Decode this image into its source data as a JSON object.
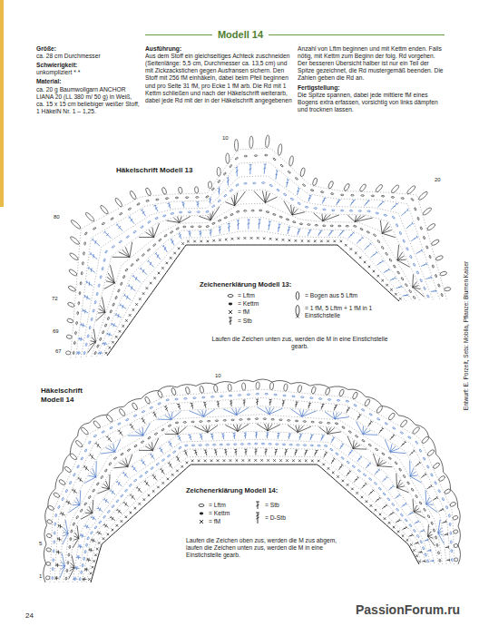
{
  "diagram": {
    "title": "Modell 14",
    "labels": [
      "Größe:",
      "ca. 28 cm Durchmesser",
      "Schwierigkeit:",
      "unkompliziert * *",
      "Material:",
      "ca. 20 g Baumwollgarn ANCHOR LIANA 20 (LL 380 m/ 50 g) in Weiß, ca. 15 x 15 cm beliebiger weißer Stoff, 1 HäkelN Nr. 1 – 1,25.",
      "Ausführung:",
      "Aus dem Stoff ein gleichseitiges Achteck zuschneiden (Seitenlänge: 5,5 cm, Durchmesser ca. 13,5 cm) und mit Zickzackstichen gegen Ausfransen sichern. Den Stoff mit 256 fM einhäkeln, dabei beim Pfeil beginnen und pro Seite 31 fM, pro Ecke 1 fM arb. Die Rd mit 1 Kettm schließen und nach der Häkelschrift weiterarb, dabei jede Rd mit der in der Häkelschrift angegebenen",
      "Anzahl von Lftm beginnen und mit Kettm enden. Falls nötig, mit Kettm zum Beginn der folg. Rd vorgehen. Der besseren Übersicht halber ist nur ein Teil der Spitze gezeichnet, die Rd mustergemäß beenden. Die Zahlen geben die Rd an.",
      "Fertigstellung:",
      "Die Spitze spannen, dabei jede mittlere fM eines Bogens extra erfassen, vorsichtig von links dämpfen und trocknen lassen.",
      "Häkelschrift Modell 13",
      "Zeichenerklärung Modell 13:",
      "Laufen die Zeichen unten zus, werden die M in eine Einstichstelle gearb.",
      "Häkelschrift Modell 14",
      "Zeichenerklärung Modell 14:",
      "Laufen die Zeichen oben zus, werden die M zus abgem, laufen die Zeichen unten zus, werden die M in eine Einstichstelle gearb.",
      "Entwurf: E. Porzelt, Sets: Mobila, Pflanze: Blumen Kaiser",
      "24",
      "PassionForum.ru",
      "10",
      "20",
      "80",
      "72",
      "69",
      "67",
      "10",
      "5",
      "1"
    ],
    "legend": [
      {
        "text": "= Lftm"
      },
      {
        "text": "= Kettm"
      },
      {
        "text": "= fM"
      },
      {
        "text": "= Stb"
      },
      {
        "text": "= Bogen aus 5 Lftm"
      },
      {
        "text": "= 1 fM, 5 Lftm + 1 fM in 1 Einstichstelle"
      },
      {
        "text": "= Lftm"
      },
      {
        "text": "= Kettm"
      },
      {
        "text": "= fM"
      },
      {
        "text": "= Stb"
      },
      {
        "text": "= D-Stb"
      }
    ]
  }
}
